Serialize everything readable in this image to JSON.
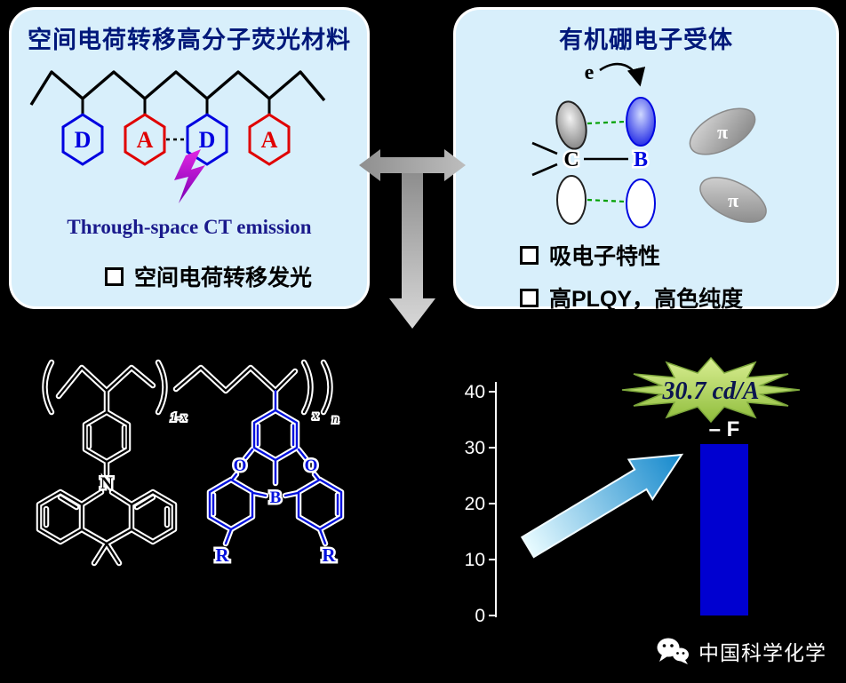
{
  "left_panel": {
    "title": "空间电荷转移高分子荧光材料",
    "chain_units": [
      "D",
      "A",
      "D",
      "A"
    ],
    "emission_label": "Through-space CT emission",
    "bullet": "空间电荷转移发光"
  },
  "right_panel": {
    "title": "有机硼电子受体",
    "electron_label": "e",
    "carbon_label": "C",
    "boron_label": "B",
    "pi_top": "π",
    "pi_bottom": "π",
    "bullet1": "吸电子特性",
    "bullet2": "高PLQY，高色纯度"
  },
  "structure": {
    "sub_1x": "1-x",
    "sub_x": "x",
    "sub_n": "n",
    "n_label": "N",
    "o_left": "O",
    "o_right": "O",
    "b_label": "B",
    "r_left": "R",
    "r_right": "R"
  },
  "chart_data": {
    "type": "bar",
    "categories": [
      "– F"
    ],
    "values": [
      30.7
    ],
    "ylim": [
      0,
      40
    ],
    "yticks": [
      "40",
      "30",
      "20",
      "10",
      "0"
    ],
    "title": "",
    "xlabel": "",
    "ylabel": "",
    "grid": false,
    "legend": "none",
    "bar_color": "#0000d0",
    "annotation": "30.7 cd/A"
  },
  "chart": {
    "bar_label": "– F",
    "annotation": "30.7 cd/A"
  },
  "footer": {
    "brand": "中国科学化学"
  },
  "colors": {
    "background": "#000000",
    "panel_bg": "#d8effb",
    "panel_border": "#ffffff",
    "title_text": "#00187a",
    "donor_blue": "#0000e0",
    "acceptor_red": "#e00000",
    "emission_text": "#1a1a8c",
    "bolt_purple": "#b400c8",
    "arrow_gray": "#9b9b9b",
    "bar_blue": "#0000d0",
    "burst_green": "#a6cc55",
    "annotation_text": "#0b1550",
    "swoosh_blue": "#1488cc"
  }
}
